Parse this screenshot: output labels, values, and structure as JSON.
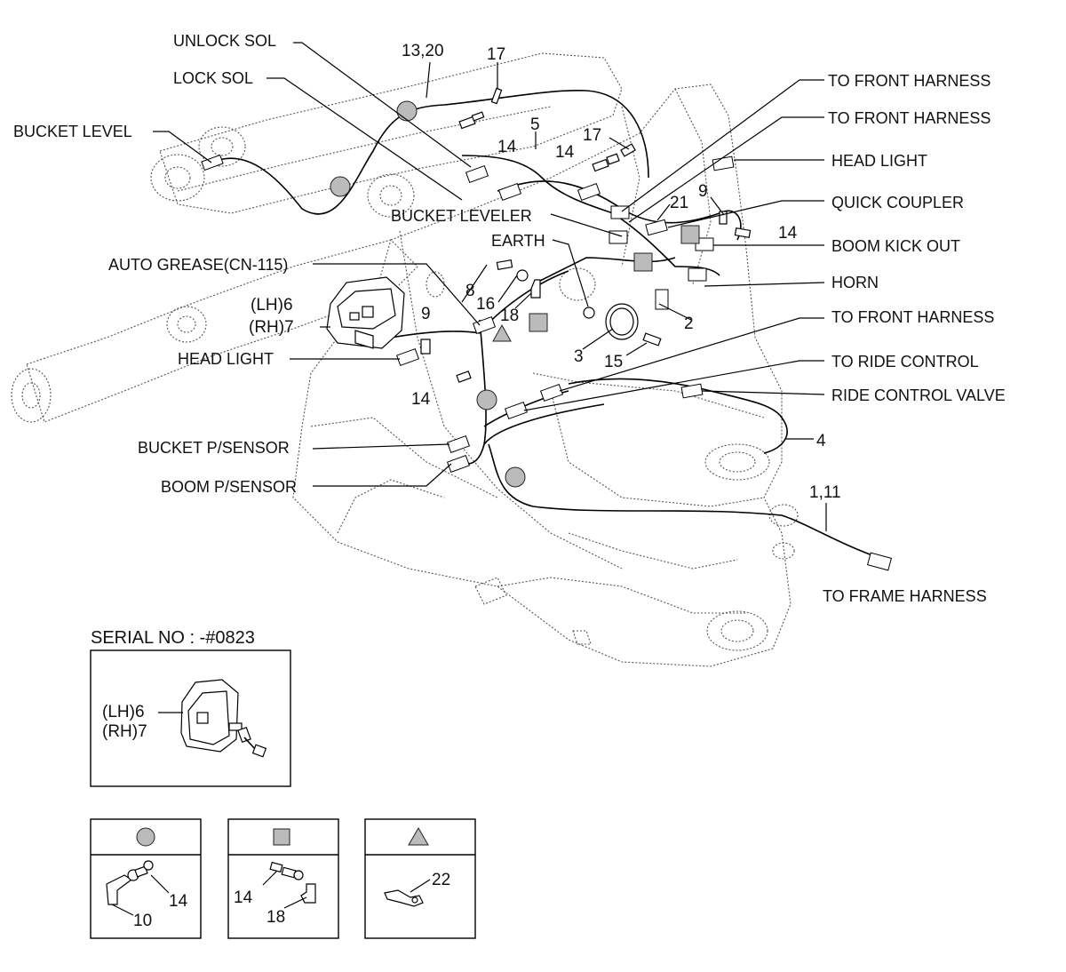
{
  "callouts": {
    "unlock_sol": "UNLOCK SOL",
    "lock_sol": "LOCK SOL",
    "bucket_level": "BUCKET LEVEL",
    "to_front_harness_1": "TO FRONT HARNESS",
    "to_front_harness_2": "TO FRONT HARNESS",
    "head_light_right": "HEAD LIGHT",
    "quick_coupler": "QUICK COUPLER",
    "boom_kick_out": "BOOM KICK OUT",
    "horn": "HORN",
    "to_front_harness_3": "TO FRONT HARNESS",
    "to_ride_control": "TO RIDE CONTROL",
    "ride_control_valve": "RIDE CONTROL VALVE",
    "bucket_leveler": "BUCKET LEVELER",
    "earth": "EARTH",
    "auto_grease": "AUTO GREASE(CN-115)",
    "head_light_left": "HEAD LIGHT",
    "bucket_p_sensor": "BUCKET P/SENSOR",
    "boom_p_sensor": "BOOM P/SENSOR",
    "to_frame_harness": "TO FRAME HARNESS"
  },
  "part_numbers": {
    "n13_20": "13,20",
    "n17_top": "17",
    "n14_a": "14",
    "n5": "5",
    "n14_b": "14",
    "n17_b": "17",
    "n21": "21",
    "n9_right": "9",
    "n14_right": "14",
    "n8": "8",
    "n16": "16",
    "n18": "18",
    "n2": "2",
    "n3": "3",
    "n15": "15",
    "lh6": "(LH)6",
    "rh7": "(RH)7",
    "n9_left": "9",
    "n14_left": "14",
    "n4": "4",
    "n1_11": "1,11"
  },
  "inset": {
    "serial_title": "SERIAL NO : -#0823",
    "lh6": "(LH)6",
    "rh7": "(RH)7"
  },
  "legend": {
    "circle_box": {
      "n14": "14",
      "n10": "10"
    },
    "square_box": {
      "n14": "14",
      "n18": "18"
    },
    "triangle_box": {
      "n22": "22"
    }
  },
  "colors": {
    "line": "#000000",
    "frame": "#555555",
    "marker_fill": "#bbbbbb"
  }
}
